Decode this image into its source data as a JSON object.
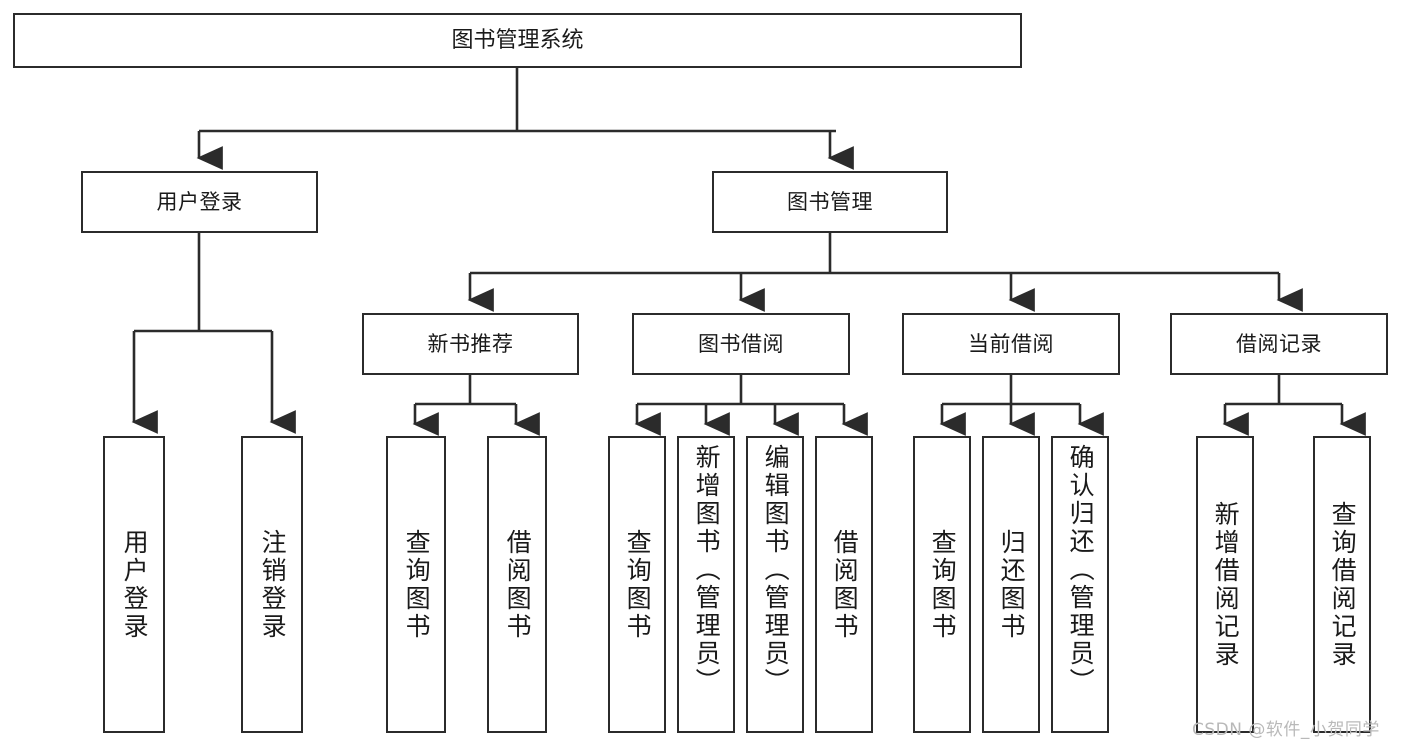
{
  "diagram": {
    "title": "图书管理系统",
    "type": "tree",
    "watermark": "CSDN @软件_小贺同学",
    "colors": {
      "box_border": "#2b2b2b",
      "box_fill": "#ffffff",
      "line": "#2b2b2b",
      "text": "#1a1a1a",
      "watermark": "#b9b9b9",
      "background": "#ffffff"
    },
    "root": {
      "label": "图书管理系统"
    },
    "level2": [
      {
        "id": "user-login",
        "label": "用户登录"
      },
      {
        "id": "book-manage",
        "label": "图书管理"
      }
    ],
    "level3": [
      {
        "id": "new-book-recommend",
        "label": "新书推荐",
        "parent": "book-manage"
      },
      {
        "id": "book-borrow",
        "label": "图书借阅",
        "parent": "book-manage"
      },
      {
        "id": "current-borrow",
        "label": "当前借阅",
        "parent": "book-manage"
      },
      {
        "id": "borrow-record",
        "label": "借阅记录",
        "parent": "book-manage"
      }
    ],
    "leaves": {
      "user-login": [
        {
          "id": "leaf-user-login",
          "label": "用户登录"
        },
        {
          "id": "leaf-logout",
          "label": "注销登录"
        }
      ],
      "new-book-recommend": [
        {
          "id": "leaf-query-book-1",
          "label": "查询图书"
        },
        {
          "id": "leaf-borrow-book-1",
          "label": "借阅图书"
        }
      ],
      "book-borrow": [
        {
          "id": "leaf-query-book-2",
          "label": "查询图书"
        },
        {
          "id": "leaf-add-book",
          "label": "新增图书（管理员）"
        },
        {
          "id": "leaf-edit-book",
          "label": "编辑图书（管理员）"
        },
        {
          "id": "leaf-borrow-book-2",
          "label": "借阅图书"
        }
      ],
      "current-borrow": [
        {
          "id": "leaf-query-book-3",
          "label": "查询图书"
        },
        {
          "id": "leaf-return-book",
          "label": "归还图书"
        },
        {
          "id": "leaf-confirm-return",
          "label": "确认归还（管理员）"
        }
      ],
      "borrow-record": [
        {
          "id": "leaf-add-record",
          "label": "新增借阅记录"
        },
        {
          "id": "leaf-query-record",
          "label": "查询借阅记录"
        }
      ]
    }
  }
}
